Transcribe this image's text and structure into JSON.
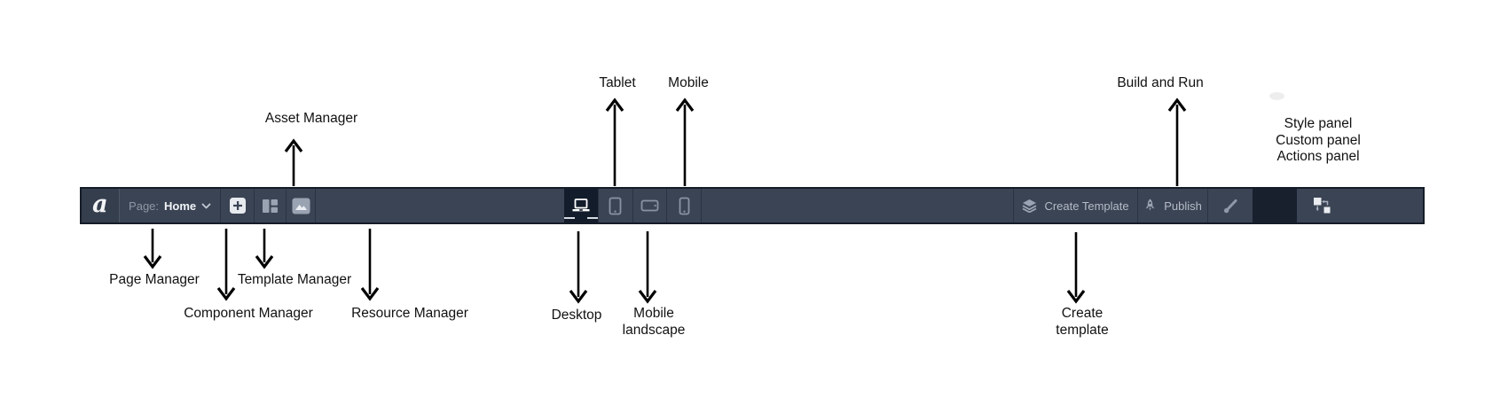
{
  "colors": {
    "page-bg": "#ffffff",
    "toolbar-bg": "#3a4454",
    "toolbar-border": "#151c28",
    "logo-cell-bg": "#343e4d",
    "selected-cell-bg": "#131c2b",
    "dark-cell-bg": "#18202e",
    "divider": "#2b3342",
    "icon-gray": "#98a1b0",
    "device-icon-gray": "#8993a4",
    "toolbar-text": "#b5bcc7",
    "page-label-text": "#8e97a5",
    "page-value-text": "#f1f3f6",
    "annotation-text": "#111111"
  },
  "toolbar": {
    "logo_text": "a",
    "page_selector": {
      "label": "Page:",
      "value": "Home"
    },
    "buttons": {
      "create_template": "Create Template",
      "publish": "Publish"
    }
  },
  "annotations": {
    "asset_manager": "Asset Manager",
    "tablet": "Tablet",
    "mobile": "Mobile",
    "build_and_run": "Build and Run",
    "panel_labels": {
      "line1": "Style panel",
      "line2": "Custom panel",
      "line3": "Actions panel"
    },
    "page_manager": "Page Manager",
    "component_manager": "Component Manager",
    "template_manager": "Template Manager",
    "resource_manager": "Resource Manager",
    "desktop": "Desktop",
    "mobile_landscape": {
      "line1": "Mobile",
      "line2": "landscape"
    },
    "create_template": {
      "line1": "Create",
      "line2": "template"
    }
  }
}
